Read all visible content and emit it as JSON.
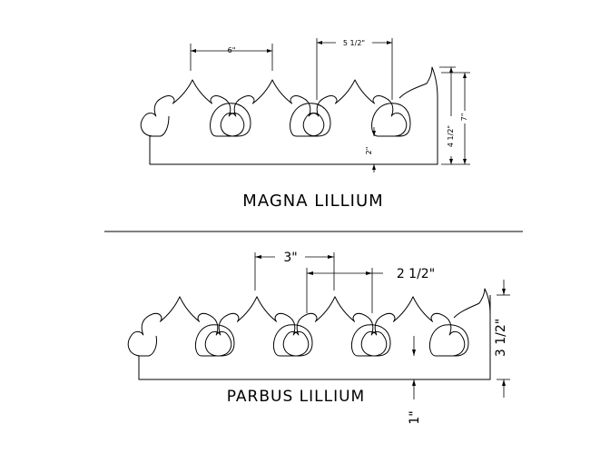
{
  "magna": {
    "title": "MAGNA LILLIUM",
    "dims": {
      "pitch": "6\"",
      "width": "5 1/2\"",
      "base": "2\"",
      "height": "4 1/2\"",
      "overall": "7\""
    }
  },
  "parbus": {
    "title": "PARBUS LILLIUM",
    "dims": {
      "pitch": "3\"",
      "width": "2 1/2\"",
      "base": "1\"",
      "height": "3 1/2\""
    }
  }
}
